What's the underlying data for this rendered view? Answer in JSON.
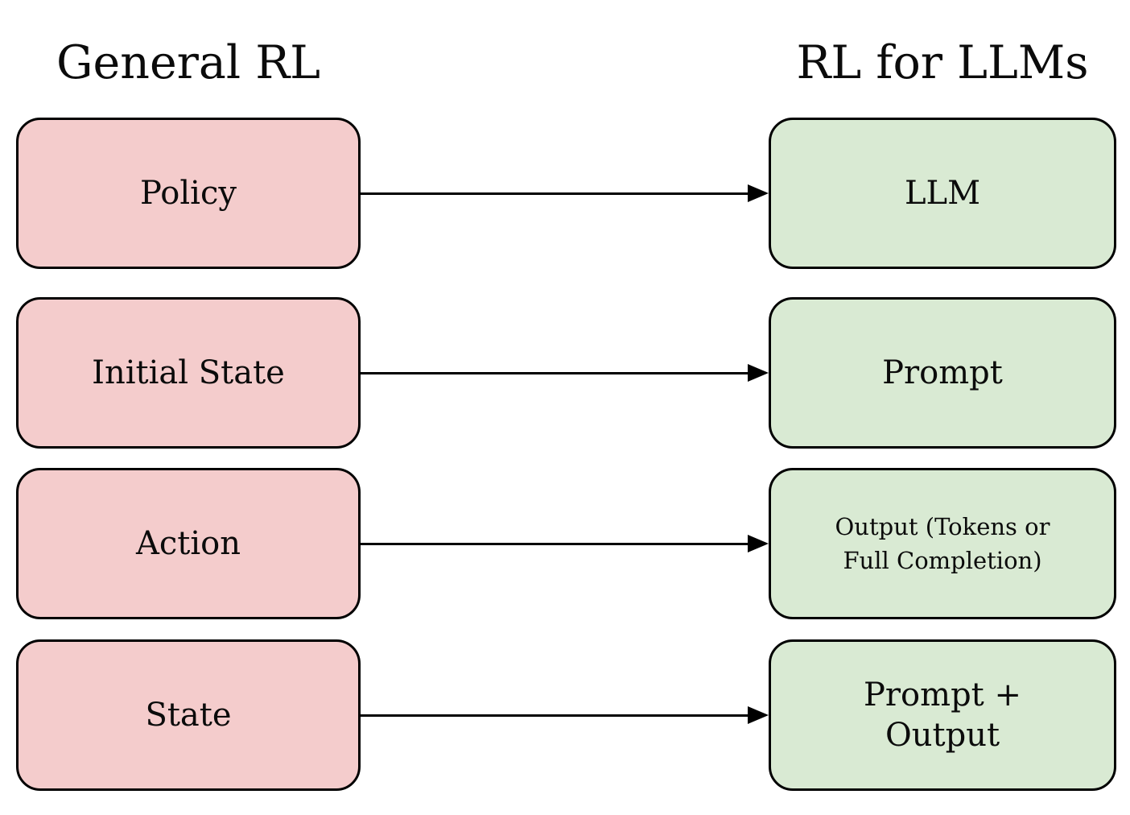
{
  "diagram": {
    "titles": {
      "left": "General RL",
      "right": "RL for LLMs"
    },
    "colors": {
      "left_box_fill": "#f4cccc",
      "right_box_fill": "#d9ead3",
      "border": "#000000",
      "arrow": "#000000",
      "background": "#ffffff"
    },
    "rows": [
      {
        "left": "Policy",
        "right": "LLM"
      },
      {
        "left": "Initial State",
        "right": "Prompt"
      },
      {
        "left": "Action",
        "right": "Output (Tokens or\nFull Completion)"
      },
      {
        "left": "State",
        "right": "Prompt +\nOutput"
      }
    ]
  }
}
